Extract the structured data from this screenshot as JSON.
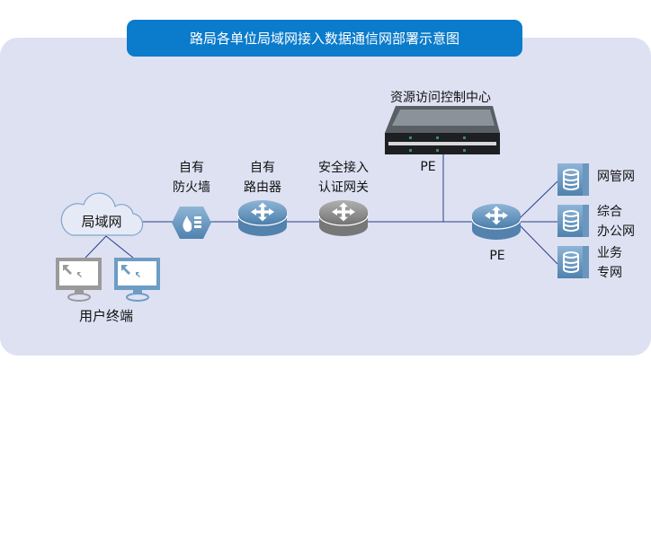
{
  "title": "路局各单位局域网接入数据通信网部署示意图",
  "nodes": {
    "lan": "局域网",
    "terminals": "用户终端",
    "firewall": [
      "自有",
      "防火墙"
    ],
    "router": [
      "自有",
      "路由器"
    ],
    "gateway": [
      "安全接入",
      "认证网关"
    ],
    "access_center": "资源访问控制中心",
    "pe_top": "PE",
    "pe_bottom": "PE",
    "networks": [
      {
        "lines": [
          "网管网"
        ]
      },
      {
        "lines": [
          "综合",
          "办公网"
        ]
      },
      {
        "lines": [
          "业务",
          "专网"
        ]
      }
    ]
  },
  "colors": {
    "title_bg": "#0b7bcb",
    "panel_bg": "#dee1f2",
    "line": "#2a3f8f",
    "device_blue": "#5b8db8",
    "device_gray": "#8a8a8a"
  }
}
